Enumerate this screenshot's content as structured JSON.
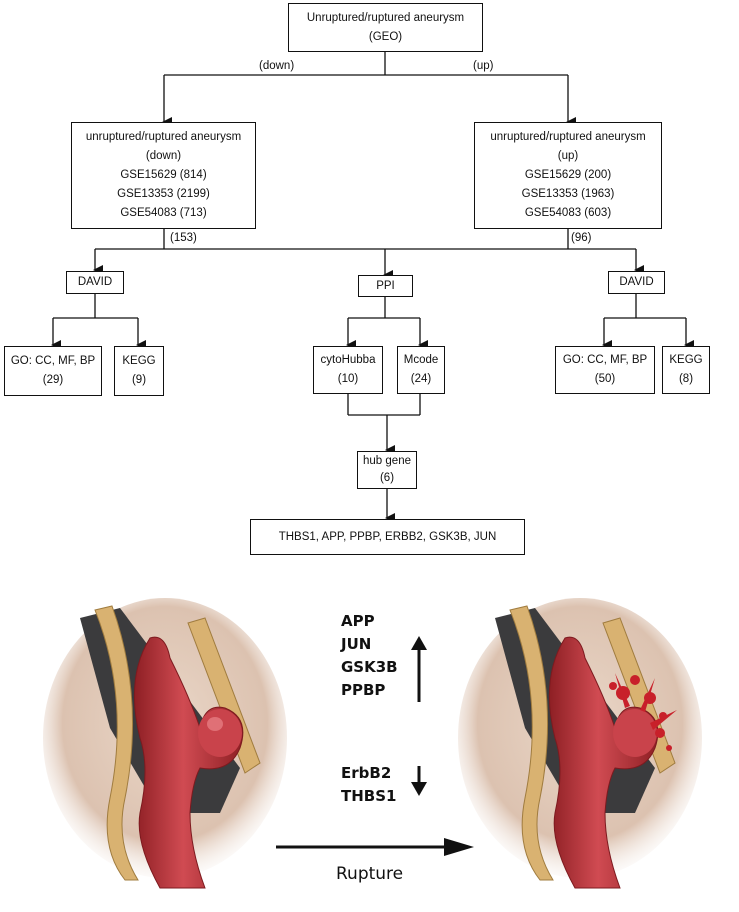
{
  "top": {
    "line1": "Unruptured/ruptured aneurysm",
    "line2": "(GEO)"
  },
  "branch_labels": {
    "down": "(down)",
    "up": "(up)"
  },
  "down": {
    "lines": [
      "unruptured/ruptured aneurysm",
      "(down)",
      "GSE15629 (814)",
      "GSE13353 (2199)",
      "GSE54083 (713)"
    ],
    "overlap": "(153)"
  },
  "up": {
    "lines": [
      "unruptured/ruptured aneurysm",
      "(up)",
      "GSE15629 (200)",
      "GSE13353 (1963)",
      "GSE54083 (603)"
    ],
    "overlap": "(96)"
  },
  "left": {
    "david": "DAVID",
    "go": {
      "line1": "GO: CC, MF, BP",
      "line2": "(29)"
    },
    "kegg": {
      "line1": "KEGG",
      "line2": "(9)"
    }
  },
  "middle": {
    "ppi": "PPI",
    "cytohubba": {
      "line1": "cytoHubba",
      "line2": "(10)"
    },
    "mcode": {
      "line1": "Mcode",
      "line2": "(24)"
    },
    "hub": {
      "line1": "hub gene",
      "line2": "(6)"
    },
    "genes": "THBS1, APP,  PPBP, ERBB2,  GSK3B,  JUN"
  },
  "right": {
    "david": "DAVID",
    "go": {
      "line1": "GO: CC, MF, BP",
      "line2": "(50)"
    },
    "kegg": {
      "line1": "KEGG",
      "line2": "(8)"
    }
  },
  "illustration": {
    "up_genes": [
      "APP",
      "JUN",
      "GSK3B",
      "PPBP"
    ],
    "down_genes": [
      "ErbB2",
      "THBS1"
    ],
    "rupture_label": "Rupture"
  }
}
